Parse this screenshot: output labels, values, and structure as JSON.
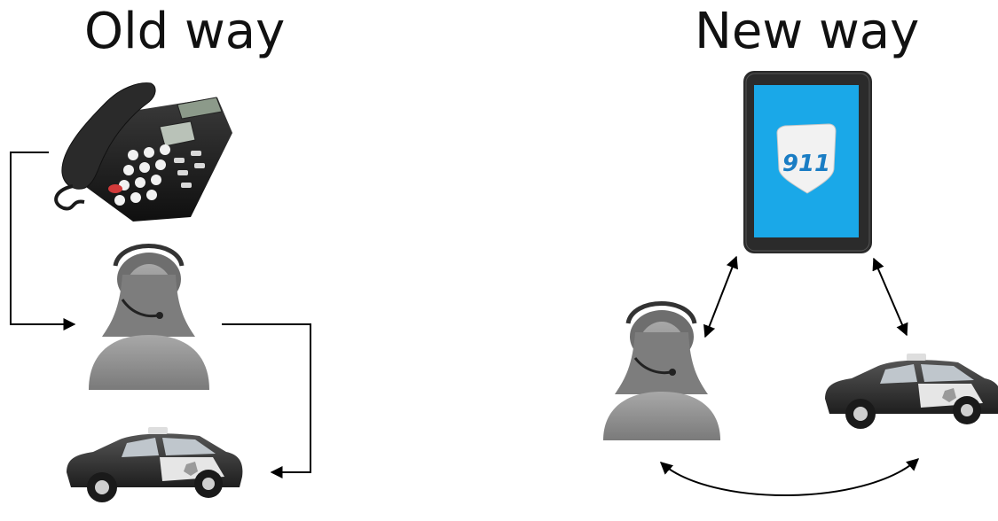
{
  "titles": {
    "old": "Old way",
    "new": "New way"
  },
  "tablet_badge": "911",
  "colors": {
    "screen": "#1aa8e8",
    "bezel": "#2b2b2b",
    "person": "#8f8f8f",
    "car_body": "#3a3a3a",
    "arrow": "#000000"
  },
  "icons": {
    "desk_phone": "desk-phone-icon",
    "operator": "dispatcher-headset-icon",
    "police_car": "police-car-icon",
    "tablet": "tablet-icon"
  }
}
